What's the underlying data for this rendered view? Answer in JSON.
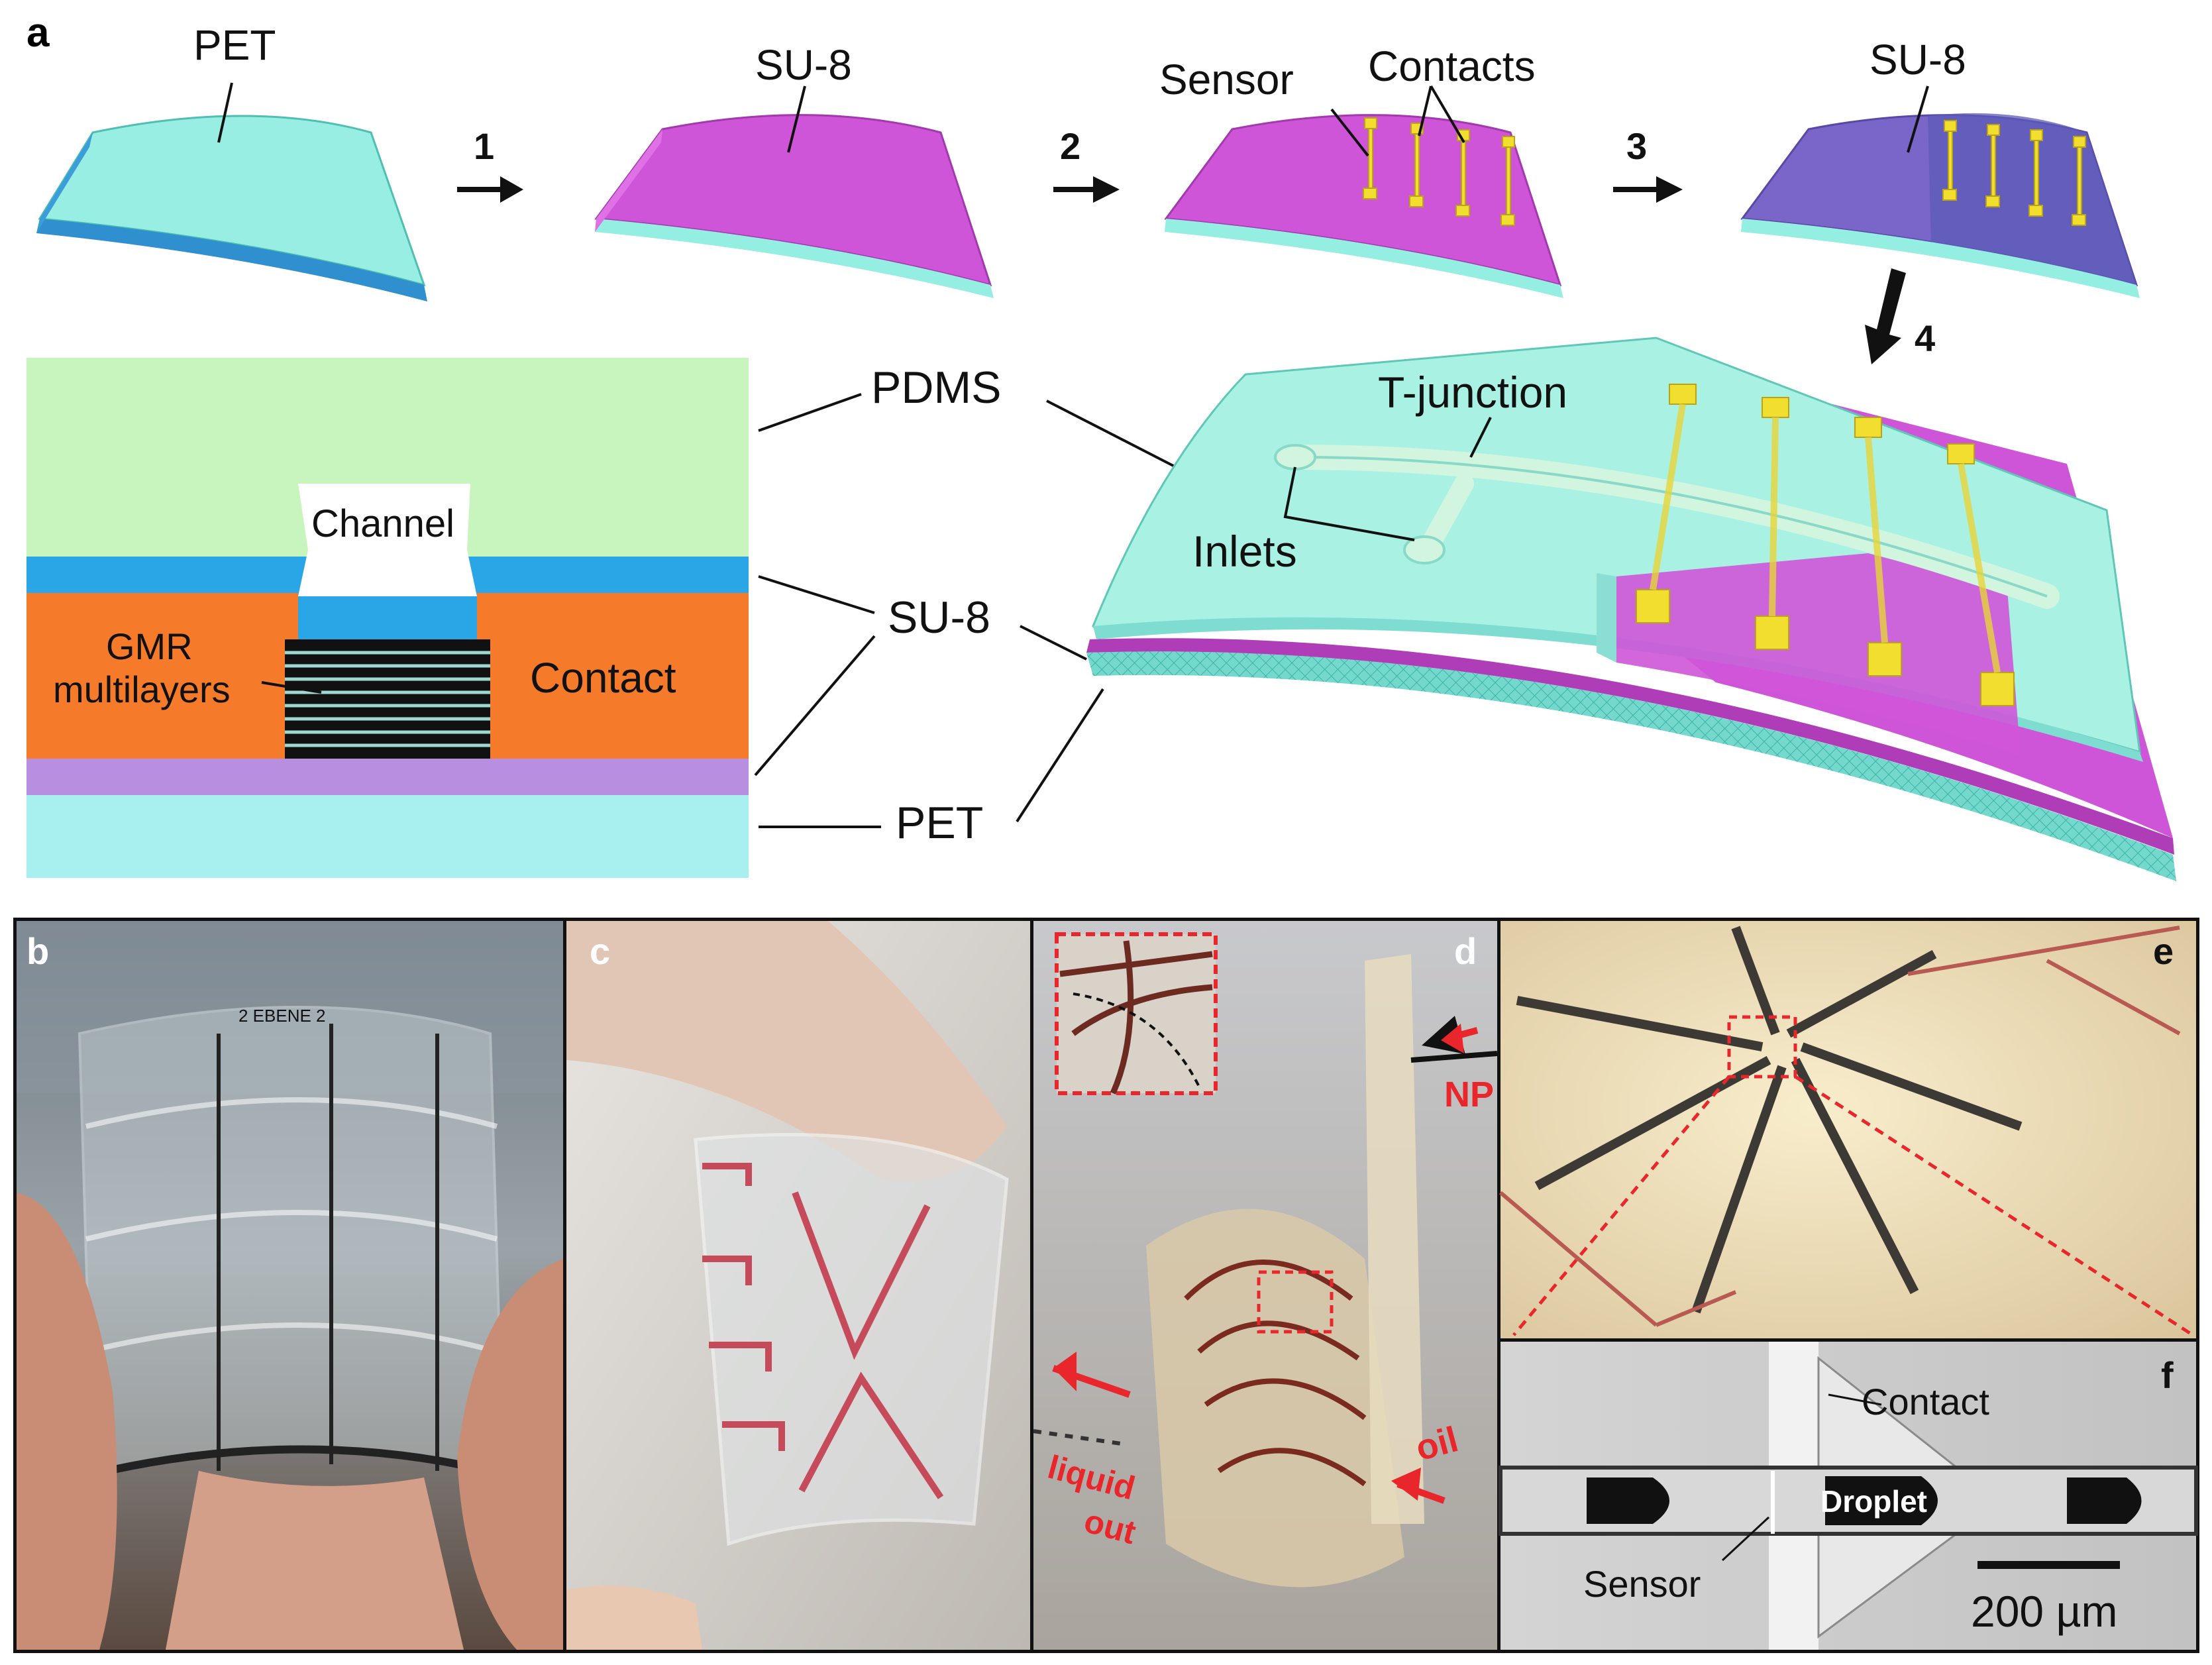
{
  "panel_a": {
    "letter": "a",
    "steps": {
      "s1": "1",
      "s2": "2",
      "s3": "3",
      "s4": "4"
    },
    "stage1": {
      "label": "PET"
    },
    "stage2": {
      "label": "SU-8"
    },
    "stage3": {
      "sensor": "Sensor",
      "contacts": "Contacts"
    },
    "stage4": {
      "label": "SU-8"
    },
    "cross_section": {
      "channel": "Channel",
      "gmr_line1": "GMR",
      "gmr_line2": "multilayers",
      "contact": "Contact"
    },
    "callouts": {
      "pdms": "PDMS",
      "su8": "SU-8",
      "pet": "PET"
    },
    "device": {
      "tjunction": "T-junction",
      "inlets": "Inlets"
    },
    "colors": {
      "pet": "#8fece0",
      "su8": "#cf55d8",
      "su8_dark": "#7a66c8",
      "contact_gold": "#f2de2e",
      "pdms": "#c8f5bd",
      "xs_su8": "#2aa6e6",
      "xs_contact": "#f57a2a",
      "xs_pet": "#a7f0ef",
      "xs_bottom_su8": "#b78ee0"
    }
  },
  "photos": {
    "b": {
      "letter": "b",
      "marks": "2 EBENE 2"
    },
    "c": {
      "letter": "c"
    },
    "d": {
      "letter": "d",
      "np": "NP",
      "oil": "oil",
      "liquid_out_1": "liquid",
      "liquid_out_2": "out"
    },
    "e": {
      "letter": "e"
    },
    "f": {
      "letter": "f",
      "contact": "Contact",
      "droplet": "Droplet",
      "sensor": "Sensor",
      "scale": "200 µm"
    }
  },
  "photo_colors": {
    "annotation_red": "#e8262b"
  }
}
